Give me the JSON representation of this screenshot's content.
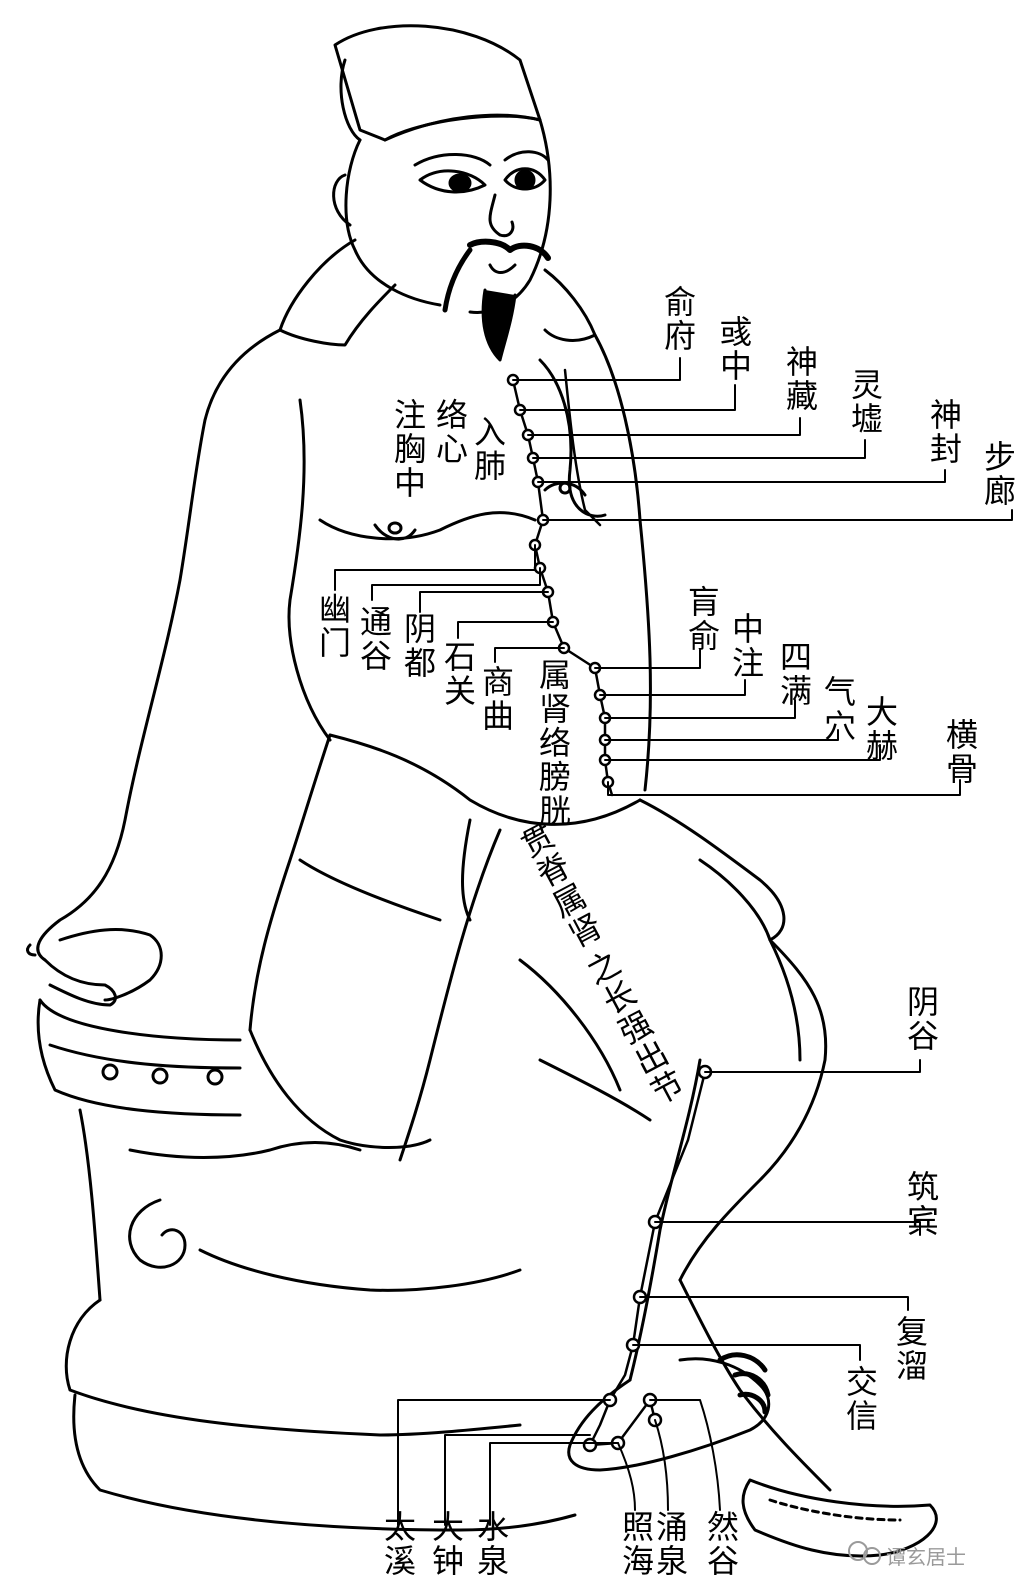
{
  "diagram": {
    "labels": {
      "yufu": "俞府",
      "yuzhong": "彧中",
      "shencang": "神藏",
      "lingxu": "灵墟",
      "shenfeng": "神封",
      "bulang": "步廊",
      "zhuxiongzhong": "注胸中",
      "luoxin": "络心",
      "rufei": "入肺",
      "youmen": "幽门",
      "tonggu": "通谷",
      "yindu": "阴都",
      "shiguan": "石关",
      "shangqu": "商曲",
      "shushen": "属肾络膀胱",
      "huangshu": "肓俞",
      "zhongzhu": "中注",
      "siman": "四满",
      "qixue": "气穴",
      "dahe": "大赫",
      "henggu": "横骨",
      "jizhi": "贯脊属肾",
      "changqiang": "之长强出节",
      "yingu": "阴谷",
      "zhubin": "筑宾",
      "fuliu": "复溜",
      "jiaoxin": "交信",
      "taixi": "太溪",
      "dazhong": "大钟",
      "shuiquan": "水泉",
      "zhaohai": "照海",
      "yongquan": "涌泉",
      "rangu": "然谷"
    },
    "watermark": "谭玄居士"
  }
}
